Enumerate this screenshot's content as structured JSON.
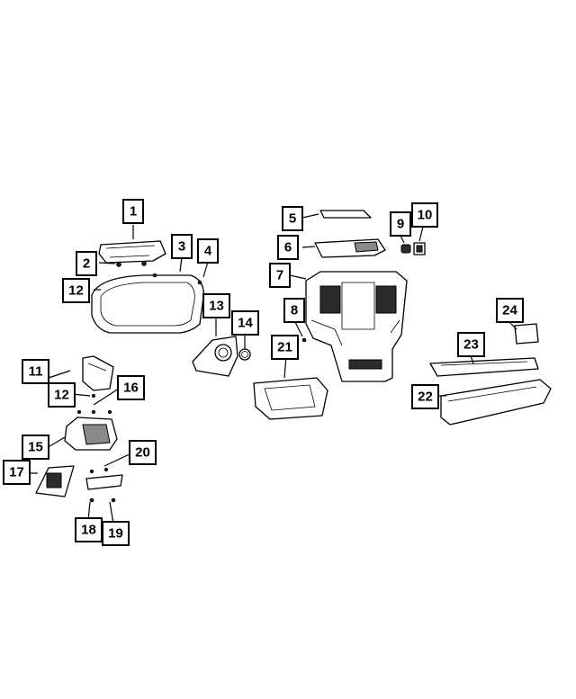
{
  "callouts": [
    {
      "id": "callout-1",
      "label": "1"
    },
    {
      "id": "callout-2",
      "label": "2"
    },
    {
      "id": "callout-3",
      "label": "3"
    },
    {
      "id": "callout-4",
      "label": "4"
    },
    {
      "id": "callout-5",
      "label": "5"
    },
    {
      "id": "callout-6",
      "label": "6"
    },
    {
      "id": "callout-7",
      "label": "7"
    },
    {
      "id": "callout-8",
      "label": "8"
    },
    {
      "id": "callout-9",
      "label": "9"
    },
    {
      "id": "callout-10",
      "label": "10"
    },
    {
      "id": "callout-11",
      "label": "11"
    },
    {
      "id": "callout-12a",
      "label": "12"
    },
    {
      "id": "callout-12b",
      "label": "12"
    },
    {
      "id": "callout-13",
      "label": "13"
    },
    {
      "id": "callout-14",
      "label": "14"
    },
    {
      "id": "callout-15",
      "label": "15"
    },
    {
      "id": "callout-16",
      "label": "16"
    },
    {
      "id": "callout-17",
      "label": "17"
    },
    {
      "id": "callout-18",
      "label": "18"
    },
    {
      "id": "callout-19",
      "label": "19"
    },
    {
      "id": "callout-20",
      "label": "20"
    },
    {
      "id": "callout-21",
      "label": "21"
    },
    {
      "id": "callout-22",
      "label": "22"
    },
    {
      "id": "callout-23",
      "label": "23"
    },
    {
      "id": "callout-24",
      "label": "24"
    }
  ],
  "colors": {
    "line": "#000000",
    "background": "#ffffff",
    "dark_fill": "#2b2b2b"
  }
}
